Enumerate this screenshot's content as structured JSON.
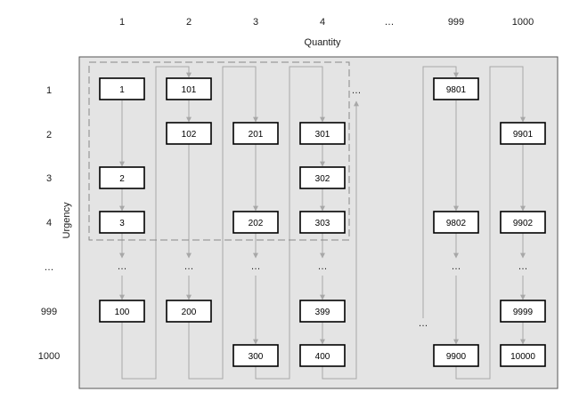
{
  "diagram": {
    "x_axis_title": "Quantity",
    "y_axis_title": "Urgency",
    "column_labels": [
      "1",
      "2",
      "3",
      "4",
      "…",
      "999",
      "1000"
    ],
    "row_labels": [
      "1",
      "2",
      "3",
      "4",
      "…",
      "999",
      "1000"
    ],
    "ellipsis": "…",
    "colors": {
      "panel_fill": "#e4e4e4",
      "panel_stroke": "#555555",
      "node_fill": "#ffffff",
      "node_stroke": "#000000",
      "arrow": "#a8a8a8",
      "dashed_region": "#888888"
    },
    "nodes": [
      {
        "id": "n1",
        "label": "1",
        "col": 0,
        "row": 0
      },
      {
        "id": "n2",
        "label": "2",
        "col": 0,
        "row": 2
      },
      {
        "id": "n3",
        "label": "3",
        "col": 0,
        "row": 3
      },
      {
        "id": "n100",
        "label": "100",
        "col": 0,
        "row": 5
      },
      {
        "id": "n101",
        "label": "101",
        "col": 1,
        "row": 0
      },
      {
        "id": "n102",
        "label": "102",
        "col": 1,
        "row": 1
      },
      {
        "id": "n200",
        "label": "200",
        "col": 1,
        "row": 5
      },
      {
        "id": "n201",
        "label": "201",
        "col": 2,
        "row": 1
      },
      {
        "id": "n202",
        "label": "202",
        "col": 2,
        "row": 3
      },
      {
        "id": "n300",
        "label": "300",
        "col": 2,
        "row": 6
      },
      {
        "id": "n301",
        "label": "301",
        "col": 3,
        "row": 1
      },
      {
        "id": "n302",
        "label": "302",
        "col": 3,
        "row": 2
      },
      {
        "id": "n303",
        "label": "303",
        "col": 3,
        "row": 3
      },
      {
        "id": "n399",
        "label": "399",
        "col": 3,
        "row": 5
      },
      {
        "id": "n400",
        "label": "400",
        "col": 3,
        "row": 6
      },
      {
        "id": "n9801",
        "label": "9801",
        "col": 5,
        "row": 0
      },
      {
        "id": "n9802",
        "label": "9802",
        "col": 5,
        "row": 3
      },
      {
        "id": "n9900",
        "label": "9900",
        "col": 5,
        "row": 6
      },
      {
        "id": "n9901",
        "label": "9901",
        "col": 6,
        "row": 1
      },
      {
        "id": "n9902",
        "label": "9902",
        "col": 6,
        "row": 3
      },
      {
        "id": "n9999",
        "label": "9999",
        "col": 6,
        "row": 5
      },
      {
        "id": "n10000",
        "label": "10000",
        "col": 6,
        "row": 6
      }
    ],
    "ellipsis_cells": [
      {
        "col": 0,
        "row": 4
      },
      {
        "col": 1,
        "row": 4
      },
      {
        "col": 2,
        "row": 4
      },
      {
        "col": 3,
        "row": 4
      },
      {
        "col": 5,
        "row": 4
      },
      {
        "col": 6,
        "row": 4
      }
    ]
  }
}
